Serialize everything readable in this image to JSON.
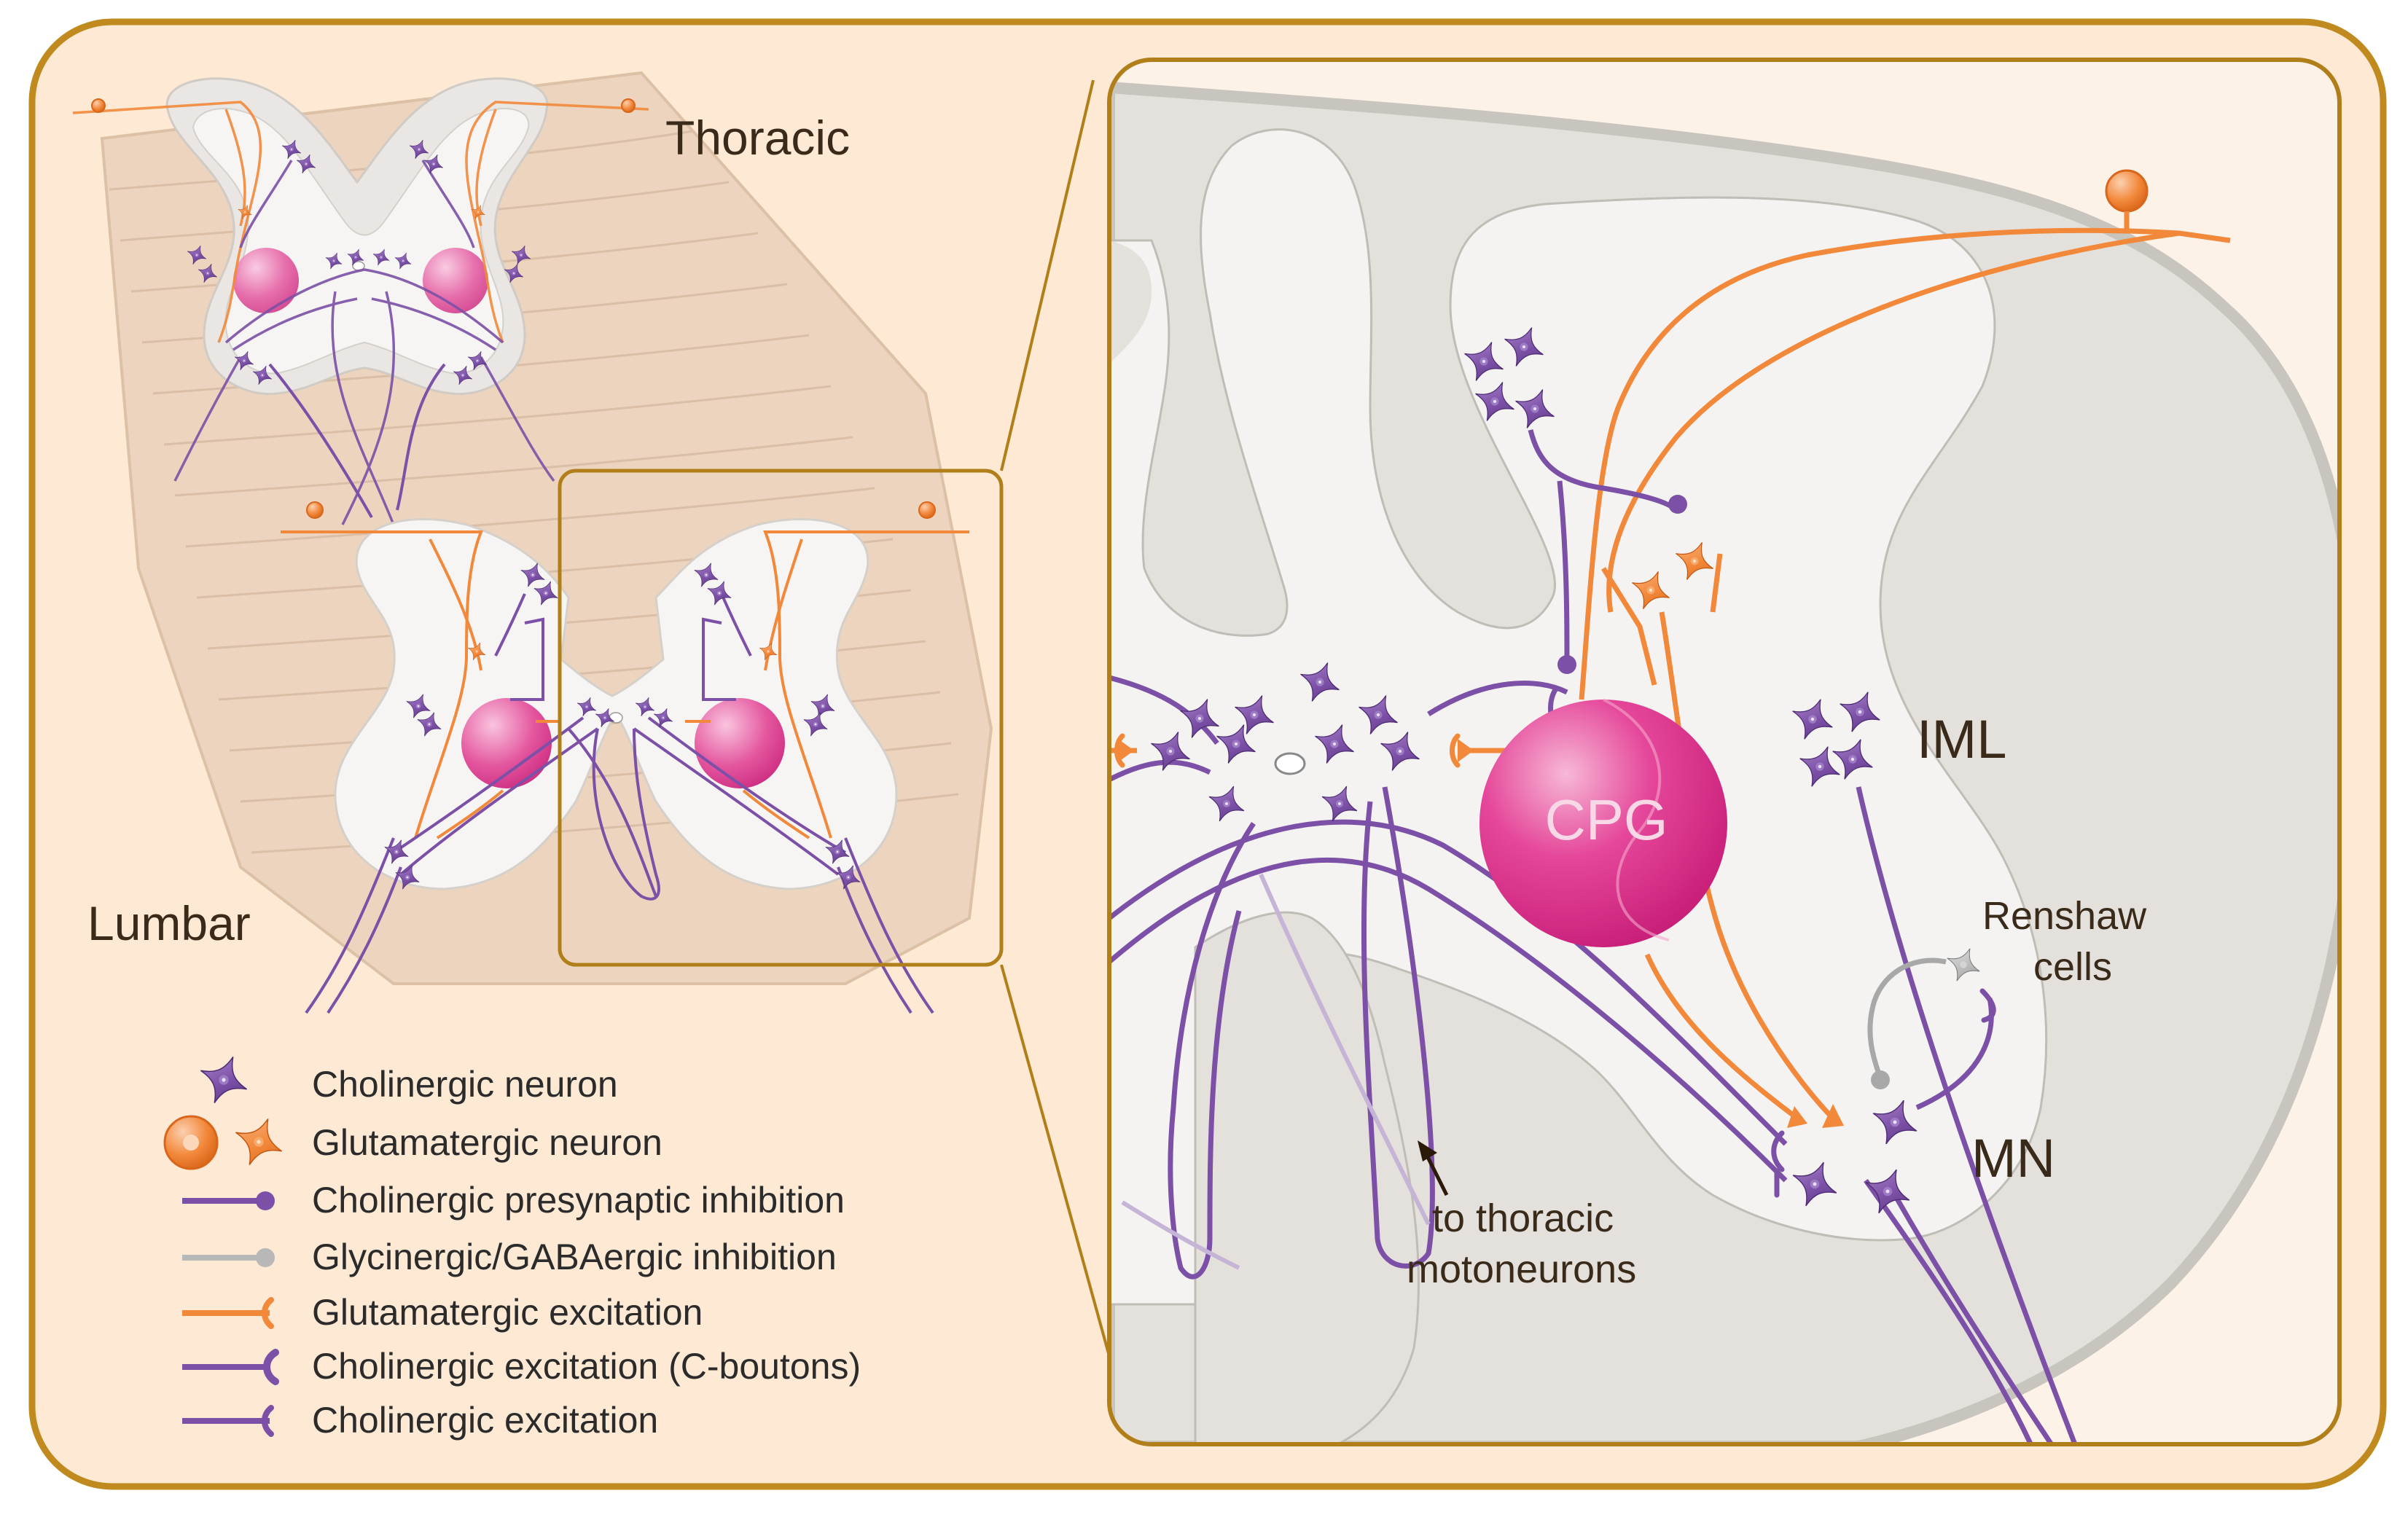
{
  "labels": {
    "thoracic": "Thoracic",
    "lumbar": "Lumbar",
    "cpg": "CPG",
    "iml": "IML",
    "renshaw_line1": "Renshaw",
    "renshaw_line2": "cells",
    "mn": "MN",
    "thoracic_mn_line1": "to thoracic",
    "thoracic_mn_line2": "motoneurons"
  },
  "legend": [
    {
      "label": "Cholinergic neuron"
    },
    {
      "label": "Glutamatergic neuron"
    },
    {
      "label": "Cholinergic presynaptic inhibition"
    },
    {
      "label": "Glycinergic/GABAergic inhibition"
    },
    {
      "label": "Glutamatergic excitation"
    },
    {
      "label": "Cholinergic excitation (C-boutons)"
    },
    {
      "label": "Cholinergic excitation"
    }
  ],
  "colors": {
    "background": "#fde9d4",
    "frame": "#c08a1e",
    "cholinergic": "#7b50a6",
    "glutamatergic": "#f2883a",
    "inhibition": "#a8a8a8",
    "cpg": "#e2338f",
    "white_matter": "#e4e1dc",
    "grey_matter": "#f4f3f2"
  }
}
